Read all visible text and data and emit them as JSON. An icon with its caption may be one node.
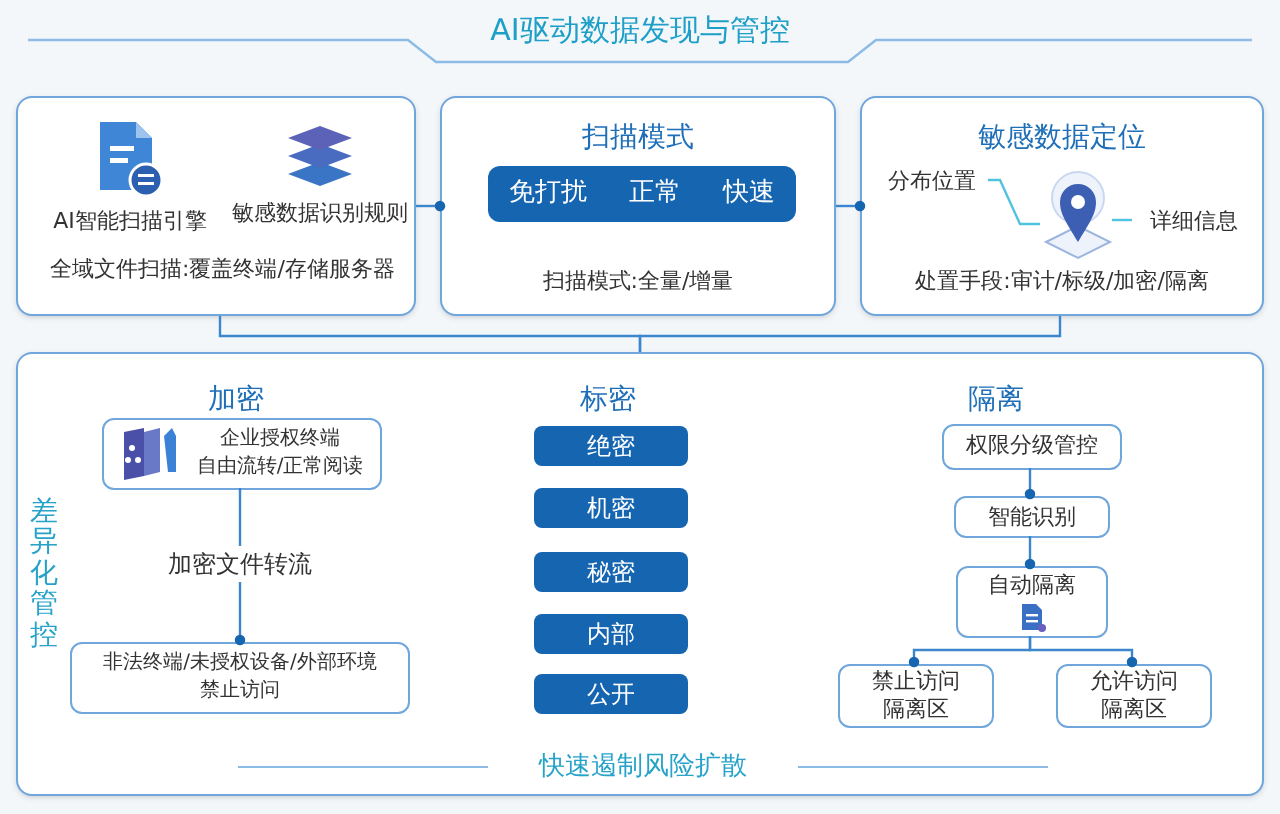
{
  "diagram": {
    "title": "AI驱动数据发现与管控",
    "nodes": [
      {
        "text": [
          "全域文件扫描:覆盖终端/存储服务器"
        ]
      },
      {
        "text": [
          "AI智能扫描引擎"
        ],
        "in": 0
      },
      {
        "text": [
          "敏感数据识别规则"
        ],
        "in": 0
      },
      {
        "text": [
          "扫描模式",
          "扫描模式:全量/增量"
        ]
      },
      {
        "text": [
          "免打扰",
          "正常",
          "快速"
        ],
        "in": 3
      },
      {
        "text": [
          "敏感数据定位",
          "处置手段:审计/标级/加密/隔离"
        ]
      },
      {
        "text": [
          "分布位置"
        ],
        "in": 5
      },
      {
        "text": [],
        "shape": "pin",
        "in": 5
      },
      {
        "text": [
          "详细信息"
        ],
        "in": 5
      },
      {
        "text": [
          "差异化管控",
          "快速遏制风险扩散"
        ]
      },
      {
        "text": [
          "企业授权终端",
          "自由流转/正常阅读"
        ],
        "in": 9
      },
      {
        "text": [
          "非法终端/未授权设备/外部环境",
          "禁止访问"
        ],
        "in": 9
      },
      {
        "text": [
          "绝密"
        ],
        "in": 9
      },
      {
        "text": [
          "机密"
        ],
        "in": 9
      },
      {
        "text": [
          "秘密"
        ],
        "in": 9
      },
      {
        "text": [
          "内部"
        ],
        "in": 9
      },
      {
        "text": [
          "公开"
        ],
        "in": 9
      },
      {
        "text": [
          "权限分级管控"
        ],
        "in": 9
      },
      {
        "text": [
          "智能识别"
        ],
        "in": 9
      },
      {
        "text": [
          "自动隔离"
        ],
        "in": 9
      },
      {
        "text": [
          "禁止访问隔离区"
        ],
        "in": 9
      },
      {
        "text": [
          "允许访问隔离区"
        ],
        "in": 9
      }
    ],
    "edges": [
      {
        "from": 0,
        "to": 3,
        "arrow": "other"
      },
      {
        "from": 3,
        "to": 5,
        "arrow": "other"
      },
      {
        "from": 0,
        "to": 9,
        "arrow": "none"
      },
      {
        "from": 5,
        "to": 9,
        "arrow": "none"
      },
      {
        "from": 6,
        "to": 7,
        "arrow": "none"
      },
      {
        "from": 8,
        "to": 7,
        "arrow": "none"
      },
      {
        "from": 10,
        "to": 11,
        "arrow": "other",
        "label": "加密文件转流"
      },
      {
        "from": 17,
        "to": 18,
        "arrow": "other"
      },
      {
        "from": 18,
        "to": 19,
        "arrow": "other"
      },
      {
        "from": 19,
        "to": 20,
        "arrow": "other"
      },
      {
        "from": 19,
        "to": 21,
        "arrow": "other"
      }
    ],
    "labels": [
      "加密",
      "标密",
      "隔离"
    ]
  }
}
